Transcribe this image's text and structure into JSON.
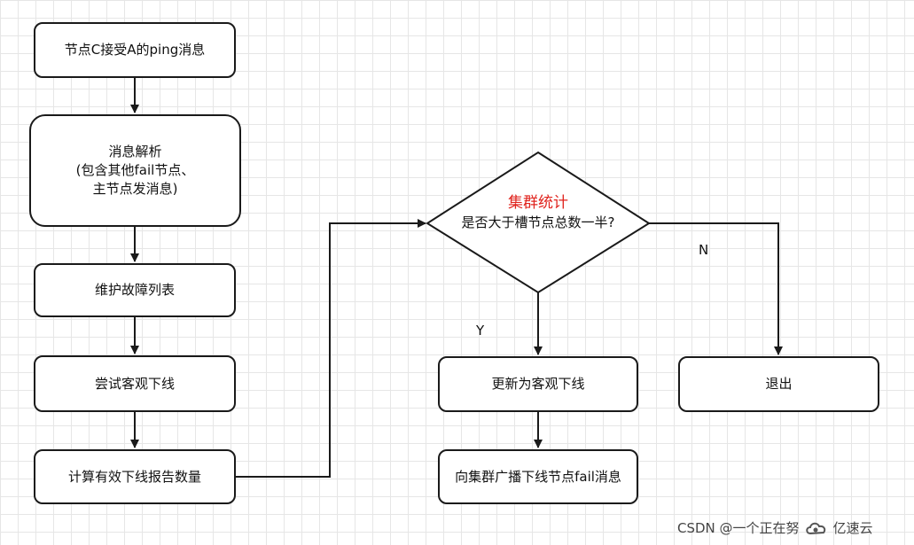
{
  "nodes": {
    "receive_ping": "节点C接受A的ping消息",
    "parse_message": "消息解析\n(包含其他fail节点、\n主节点发消息)",
    "maintain_fault_list": "维护故障列表",
    "try_objective_down": "尝试客观下线",
    "count_reports": "计算有效下线报告数量",
    "decision_title": "集群统计",
    "decision_question": "是否大于槽节点总数一半?",
    "update_objective_down": "更新为客观下线",
    "broadcast_fail": "向集群广播下线节点fail消息",
    "exit": "退出"
  },
  "edge_labels": {
    "yes": "Y",
    "no": "N"
  },
  "watermark": {
    "csdn": "CSDN @一个正在努",
    "brand": "亿速云"
  },
  "colors": {
    "line": "#1a1a1a",
    "highlight": "#e0231d",
    "grid": "#e6e6e6"
  }
}
